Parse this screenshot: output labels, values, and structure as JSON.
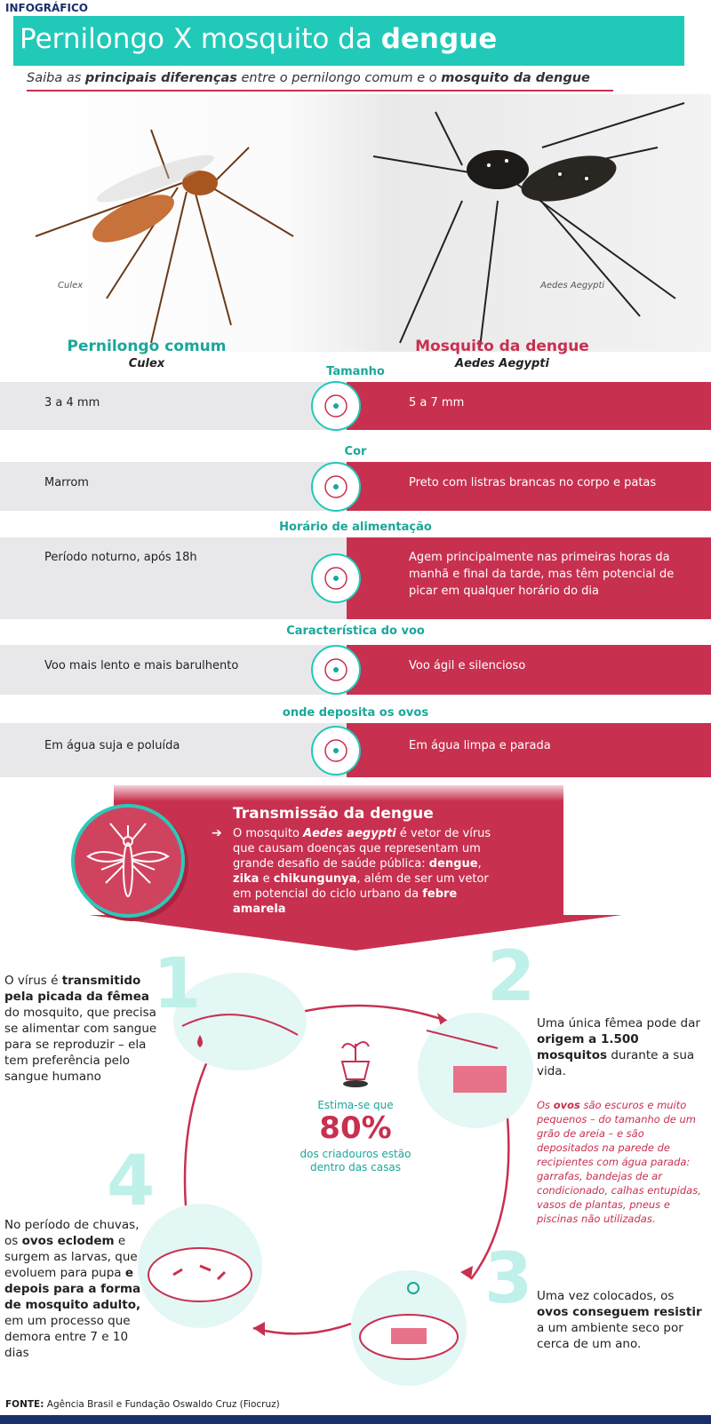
{
  "header": {
    "kicker": "INFOGRÁFICO",
    "title_pre": "Pernilongo X mosquito da ",
    "title_bold": "dengue",
    "subtitle": [
      {
        "t": "Saiba as ",
        "b": false
      },
      {
        "t": "principais diferenças",
        "b": true
      },
      {
        "t": " entre o pernilongo comum e o ",
        "b": false
      },
      {
        "t": "mosquito da dengue",
        "b": true
      }
    ]
  },
  "photos": {
    "left_caption": "Culex",
    "right_caption": "Aedes Aegypti"
  },
  "columns": {
    "left_title": "Pernilongo comum",
    "left_sub": "Culex",
    "right_title": "Mosquito da dengue",
    "right_sub": "Aedes Aegypti"
  },
  "comparison": [
    {
      "category": "Tamanho",
      "icon": "ruler-mosquito-icon",
      "left": "3 a 4 mm",
      "right": "5 a 7 mm"
    },
    {
      "category": "Cor",
      "icon": "palette-icon",
      "left": "Marrom",
      "right": "Preto com listras brancas no corpo e patas"
    },
    {
      "category": "Horário de alimentação",
      "icon": "moon-sun-icon",
      "left": "Período noturno, após 18h",
      "right": "Agem principalmente nas primeiras horas da manhã e final da tarde, mas têm potencial de picar em qualquer horário do dia"
    },
    {
      "category": "Característica do voo",
      "icon": "flight-path-icon",
      "left": "Voo mais lento e mais barulhento",
      "right": "Voo ágil e silencioso"
    },
    {
      "category": "onde deposita os ovos",
      "icon": "eggs-icon",
      "left": "Em água suja e poluída",
      "right": "Em água limpa e parada"
    }
  ],
  "transmission": {
    "title": "Transmissão da dengue",
    "text": [
      {
        "t": "O mosquito ",
        "s": ""
      },
      {
        "t": "Aedes aegypti",
        "s": "bi"
      },
      {
        "t": " é vetor de vírus que causam doenças que representam um grande desafio de saúde pública: ",
        "s": ""
      },
      {
        "t": "dengue",
        "s": "b"
      },
      {
        "t": ", ",
        "s": ""
      },
      {
        "t": "zika",
        "s": "b"
      },
      {
        "t": " e ",
        "s": ""
      },
      {
        "t": "chikungunya",
        "s": "b"
      },
      {
        "t": ", além de ser um vetor em potencial do ciclo urbano da ",
        "s": ""
      },
      {
        "t": "febre amarela",
        "s": "b"
      }
    ]
  },
  "cycle": {
    "steps": [
      {
        "number": "1",
        "text": [
          {
            "t": "O vírus é ",
            "b": false
          },
          {
            "t": "transmitido pela picada da fêmea",
            "b": true
          },
          {
            "t": " do mosquito, que precisa se alimentar com sangue para se reproduzir – ela tem preferência pelo sangue humano",
            "b": false
          }
        ]
      },
      {
        "number": "2",
        "text": [
          {
            "t": "Uma única fêmea pode dar ",
            "b": false
          },
          {
            "t": "origem a 1.500 mosquitos",
            "b": true
          },
          {
            "t": " durante a sua vida.",
            "b": false
          }
        ],
        "note": [
          {
            "t": "Os ",
            "b": false
          },
          {
            "t": "ovos",
            "b": true
          },
          {
            "t": " são escuros e muito pequenos – do tamanho de um grão de areia – e são depositados na parede de recipientes com água parada: garrafas, bandejas de ar condicionado, calhas entupidas, vasos de plantas, pneus e piscinas não utilizadas.",
            "b": false
          }
        ]
      },
      {
        "number": "3",
        "text": [
          {
            "t": "Uma vez colocados, os ",
            "b": false
          },
          {
            "t": "ovos conseguem resistir",
            "b": true
          },
          {
            "t": " a um ambiente seco por cerca de um ano.",
            "b": false
          }
        ]
      },
      {
        "number": "4",
        "text": [
          {
            "t": "No período de chuvas, os ",
            "b": false
          },
          {
            "t": "ovos eclodem",
            "b": true
          },
          {
            "t": " e surgem as larvas, que evoluem para pupa ",
            "b": false
          },
          {
            "t": "e depois para a forma de mosquito adulto,",
            "b": true
          },
          {
            "t": " em um processo que demora entre 7 e 10 dias",
            "b": false
          }
        ]
      }
    ],
    "center": {
      "pre": "Estima-se que",
      "value": "80%",
      "post": "dos criadouros estão dentro das casas"
    }
  },
  "footer": {
    "label": "FONTE:",
    "text": " Agência Brasil e Fundação Oswaldo Cruz (Fiocruz)"
  },
  "colors": {
    "teal": "#21c9b8",
    "red": "#c8304f",
    "navy": "#1a2f6b",
    "gray": "#e8e8ea"
  }
}
